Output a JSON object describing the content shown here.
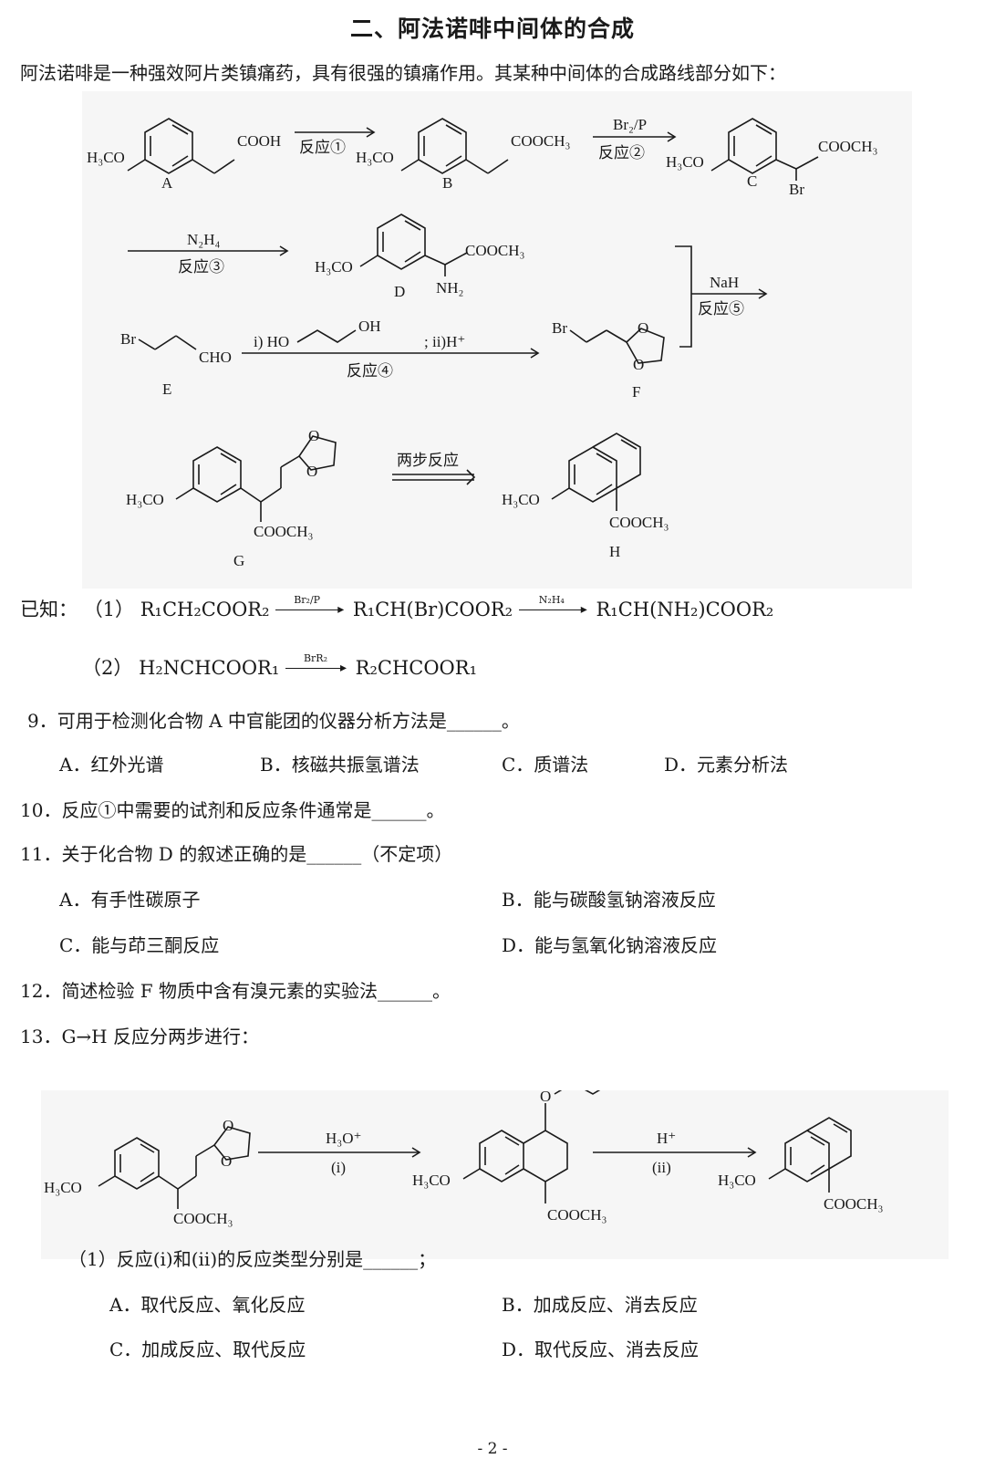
{
  "section_title": "二、阿法诺啡中间体的合成",
  "intro": "阿法诺啡是一种强效阿片类镇痛药，具有很强的镇痛作用。其某种中间体的合成路线部分如下：",
  "scheme": {
    "A": {
      "label": "A",
      "sub": "H₃CO",
      "group": "COOH"
    },
    "B": {
      "label": "B",
      "sub": "H₃CO",
      "group": "COOCH₃"
    },
    "C": {
      "label": "C",
      "sub": "H₃CO",
      "group": "COOCH₃",
      "br": "Br"
    },
    "D": {
      "label": "D",
      "sub": "H₃CO",
      "group": "COOCH₃",
      "nh2": "NH₂"
    },
    "E": {
      "label": "E",
      "br": "Br",
      "cho": "CHO"
    },
    "F": {
      "label": "F",
      "br": "Br",
      "o1": "O",
      "o2": "O"
    },
    "G": {
      "label": "G",
      "sub": "H₃CO",
      "group": "COOCH₃",
      "o1": "O",
      "o2": "O"
    },
    "H": {
      "label": "H",
      "sub": "H₃CO",
      "group": "COOCH₃"
    },
    "arrow1": {
      "bottom": "反应①"
    },
    "arrow2": {
      "top": "Br₂/P",
      "bottom": "反应②"
    },
    "arrow3": {
      "top": "N₂H₄",
      "bottom": "反应③"
    },
    "arrow4": {
      "top_pre": "i) HO",
      "top_oh": "OH",
      "top_post": "; ii)H⁺",
      "bottom": "反应④"
    },
    "arrow5": {
      "top": "NaH",
      "bottom": "反应⑤"
    },
    "arrow6": {
      "top": "两步反应"
    }
  },
  "known": {
    "prefix": "已知：",
    "item1_num": "（1）",
    "item1_a": "R₁CH₂COOR₂",
    "item1_reagent1": "Br₂/P",
    "item1_b": "R₁CH(Br)COOR₂",
    "item1_reagent2": "N₂H₄",
    "item1_c": "R₁CH(NH₂)COOR₂",
    "item2_num": "（2）",
    "item2_a": "H₂NCHCOOR₁",
    "item2_reagent": "BrR₂",
    "item2_b": "R₂CHCOOR₁"
  },
  "q9": {
    "stem": "9．可用于检测化合物 A 中官能团的仪器分析方法是______。",
    "A": "A．红外光谱",
    "B": "B．核磁共振氢谱法",
    "C": "C．质谱法",
    "D": "D．元素分析法"
  },
  "q10": {
    "stem": "10．反应①中需要的试剂和反应条件通常是______。"
  },
  "q11": {
    "stem": "11．关于化合物 D 的叙述正确的是______（不定项）",
    "A": "A．有手性碳原子",
    "B": "B．能与碳酸氢钠溶液反应",
    "C": "C．能与茚三酮反应",
    "D": "D．能与氢氧化钠溶液反应"
  },
  "q12": {
    "stem": "12．简述检验 F 物质中含有溴元素的实验法______。"
  },
  "q13": {
    "stem": "13．G→H 反应分两步进行：",
    "scheme": {
      "sub": "H₃CO",
      "group": "COOCH₃",
      "o": "O",
      "oh": "OH",
      "arrow_i_top": "H₃O⁺",
      "arrow_i_bottom": "(i)",
      "arrow_ii_top": "H⁺",
      "arrow_ii_bottom": "(ii)"
    },
    "sub1": "（1）反应(i)和(ii)的反应类型分别是______；",
    "A": "A．取代反应、氧化反应",
    "B": "B．加成反应、消去反应",
    "C": "C．加成反应、取代反应",
    "D": "D．取代反应、消去反应"
  },
  "page_number": "- 2 -"
}
